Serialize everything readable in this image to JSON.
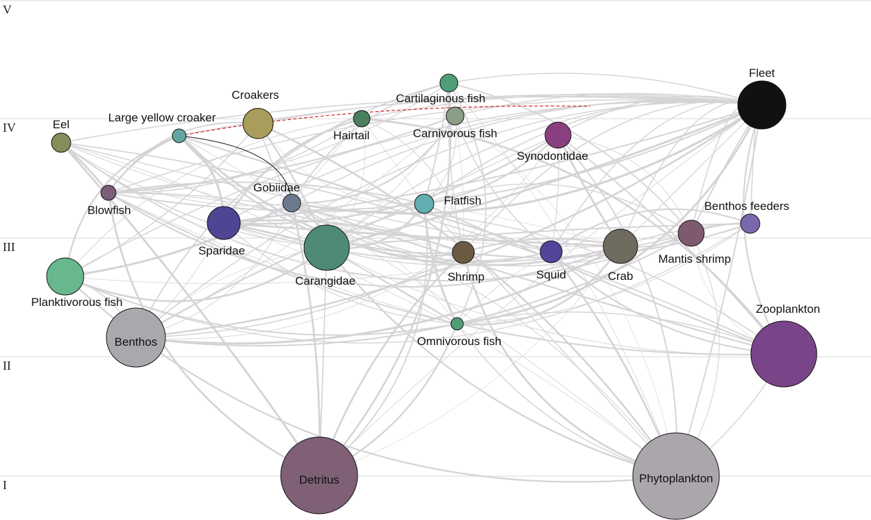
{
  "trophic_levels": [
    "V",
    "IV",
    "III",
    "II",
    "I"
  ],
  "colors": {
    "edge": "#d6d3d6",
    "highlight_red": "#d0202a",
    "highlight_black": "#111111",
    "level_line": "#d9d9d9"
  },
  "nodes": [
    {
      "id": "fleet",
      "label": "Fleet",
      "color": "#111111"
    },
    {
      "id": "cartilaginous",
      "label": "Cartilaginous fish",
      "color": "#4f9e77"
    },
    {
      "id": "croakers",
      "label": "Croakers",
      "color": "#a89d5a"
    },
    {
      "id": "hairtail",
      "label": "Hairtail",
      "color": "#4a8060"
    },
    {
      "id": "carnivorous",
      "label": "Carnivorous fish",
      "color": "#8a9e85"
    },
    {
      "id": "lyc",
      "label": "Large yellow croaker",
      "color": "#5fa7a0"
    },
    {
      "id": "eel",
      "label": "Eel",
      "color": "#858e5a"
    },
    {
      "id": "synodontidae",
      "label": "Synodontidae",
      "color": "#8a3f80"
    },
    {
      "id": "blowfish",
      "label": "Blowfish",
      "color": "#7a5d78"
    },
    {
      "id": "gobiidae",
      "label": "Gobiidae",
      "color": "#6c7a8e"
    },
    {
      "id": "flatfish",
      "label": "Flatfish",
      "color": "#62aeb0"
    },
    {
      "id": "benthos_feeders",
      "label": "Benthos feeders",
      "color": "#7a68ad"
    },
    {
      "id": "sparidae",
      "label": "Sparidae",
      "color": "#4e4594"
    },
    {
      "id": "carangidae",
      "label": "Carangidae",
      "color": "#4e8a75"
    },
    {
      "id": "shrimp",
      "label": "Shrimp",
      "color": "#6b5a42"
    },
    {
      "id": "squid",
      "label": "Squid",
      "color": "#53449a"
    },
    {
      "id": "crab",
      "label": "Crab",
      "color": "#6f6a5e"
    },
    {
      "id": "mantis",
      "label": "Mantis shrimp",
      "color": "#7f5a6e"
    },
    {
      "id": "planktivorous",
      "label": "Planktivorous fish",
      "color": "#67b88d"
    },
    {
      "id": "benthos",
      "label": "Benthos",
      "color": "#a9a8ad"
    },
    {
      "id": "omnivorous",
      "label": "Omnivorous fish",
      "color": "#4f9e77"
    },
    {
      "id": "zooplankton",
      "label": "Zooplankton",
      "color": "#7a4488"
    },
    {
      "id": "detritus",
      "label": "Detritus",
      "color": "#7f6077"
    },
    {
      "id": "phytoplankton",
      "label": "Phytoplankton",
      "color": "#aaa6ac"
    }
  ]
}
